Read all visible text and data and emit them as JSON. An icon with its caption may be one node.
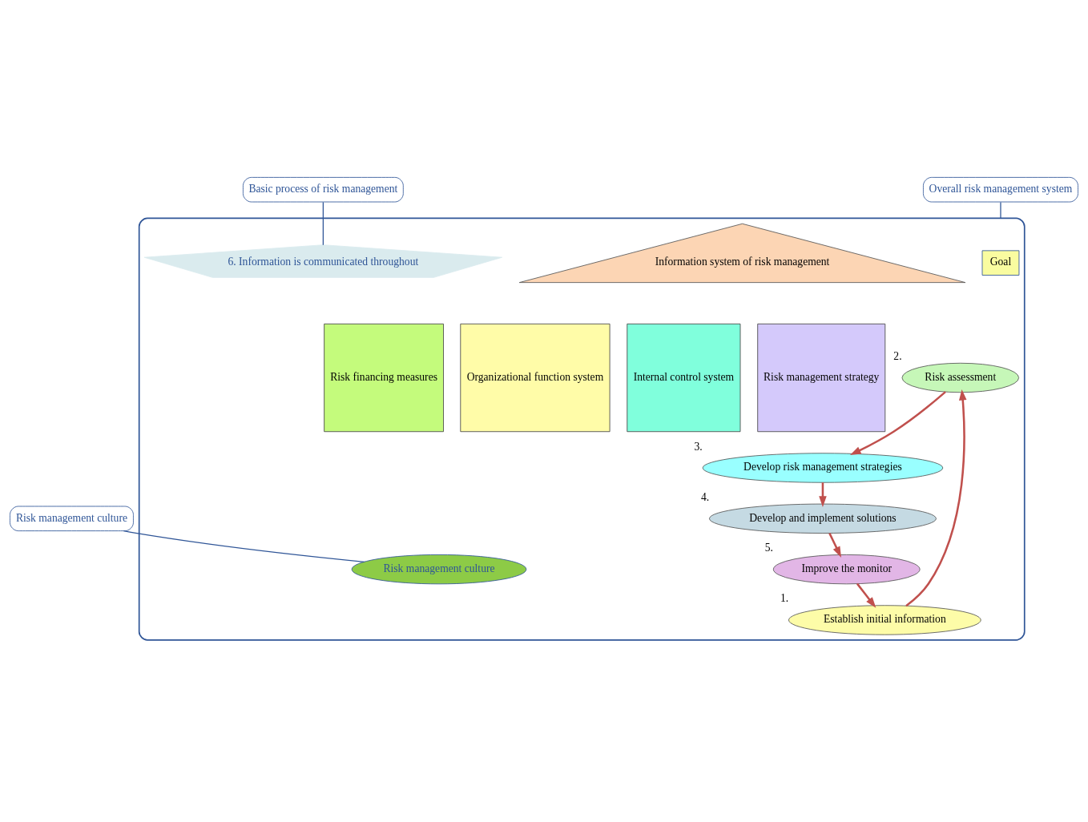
{
  "diagram": {
    "nodes": [
      {
        "text": [],
        "shape": "ellipse"
      },
      {
        "text": [
          "Basic process of risk management"
        ]
      },
      {
        "text": [
          "Goal"
        ],
        "in": 0
      },
      {
        "text": [
          "Overall risk management system"
        ]
      },
      {
        "text": [
          "Risk assessment"
        ],
        "beside": [
          "2."
        ],
        "in": 0
      },
      {
        "text": [
          "Information system of risk management"
        ],
        "in": 0
      },
      {
        "text": [
          "Establish initial information"
        ],
        "beside": [
          "1."
        ],
        "in": 0
      },
      {
        "text": [
          "Develop risk management strategies"
        ],
        "beside": [
          "3."
        ],
        "in": 0
      },
      {
        "text": [
          "6. Information is communicated throughout"
        ],
        "in": 0
      },
      {
        "text": [
          "Risk management strategy"
        ],
        "in": 0
      },
      {
        "text": [
          "Risk financing measures"
        ],
        "in": 0
      },
      {
        "text": [
          "Organizational function system"
        ],
        "in": 0
      },
      {
        "text": [
          "Internal control system"
        ],
        "in": 0
      },
      {
        "text": [
          "Improve the monitor"
        ],
        "beside": [
          "5."
        ],
        "in": 0
      },
      {
        "text": [
          "Develop and implement solutions"
        ],
        "beside": [
          "4."
        ],
        "in": 0
      },
      {
        "text": [
          "Risk management culture"
        ],
        "in": 0
      },
      {
        "text": [
          "Risk management culture"
        ]
      }
    ],
    "edges": [
      {
        "from": 6,
        "to": 4,
        "arrow": "to"
      },
      {
        "from": 4,
        "to": 7,
        "arrow": "to"
      },
      {
        "from": 7,
        "to": 14,
        "arrow": "to"
      },
      {
        "from": 14,
        "to": 13,
        "arrow": "to"
      },
      {
        "from": 13,
        "to": 6,
        "arrow": "to"
      },
      {
        "from": 1,
        "to": 8,
        "arrow": "none",
        "color": "#2f5597"
      },
      {
        "from": 3,
        "to": 0,
        "arrow": "none",
        "color": "#2f5597"
      },
      {
        "from": 16,
        "to": 15,
        "arrow": "none",
        "color": "#2f5597"
      }
    ]
  }
}
